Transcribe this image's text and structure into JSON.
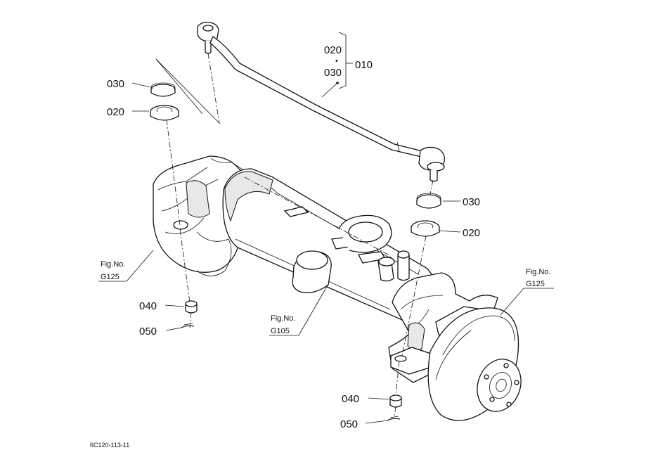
{
  "labels": {
    "tie_rod_assy": "010",
    "tie_rod_end_top": "020",
    "dot": "•",
    "tie_rod_end_bottom": "030",
    "upper_left_030": "030",
    "upper_left_020": "020",
    "right_030": "030",
    "right_020": "020",
    "left_040": "040",
    "left_050": "050",
    "bottom_040": "040",
    "bottom_050": "050"
  },
  "figrefs": {
    "left": {
      "line1": "Fig.No.",
      "line2": "G125"
    },
    "center": {
      "line1": "Fig.No.",
      "line2": "G105"
    },
    "right": {
      "line1": "Fig.No.",
      "line2": "G125"
    }
  },
  "drawing_code": "6C120-113-11"
}
